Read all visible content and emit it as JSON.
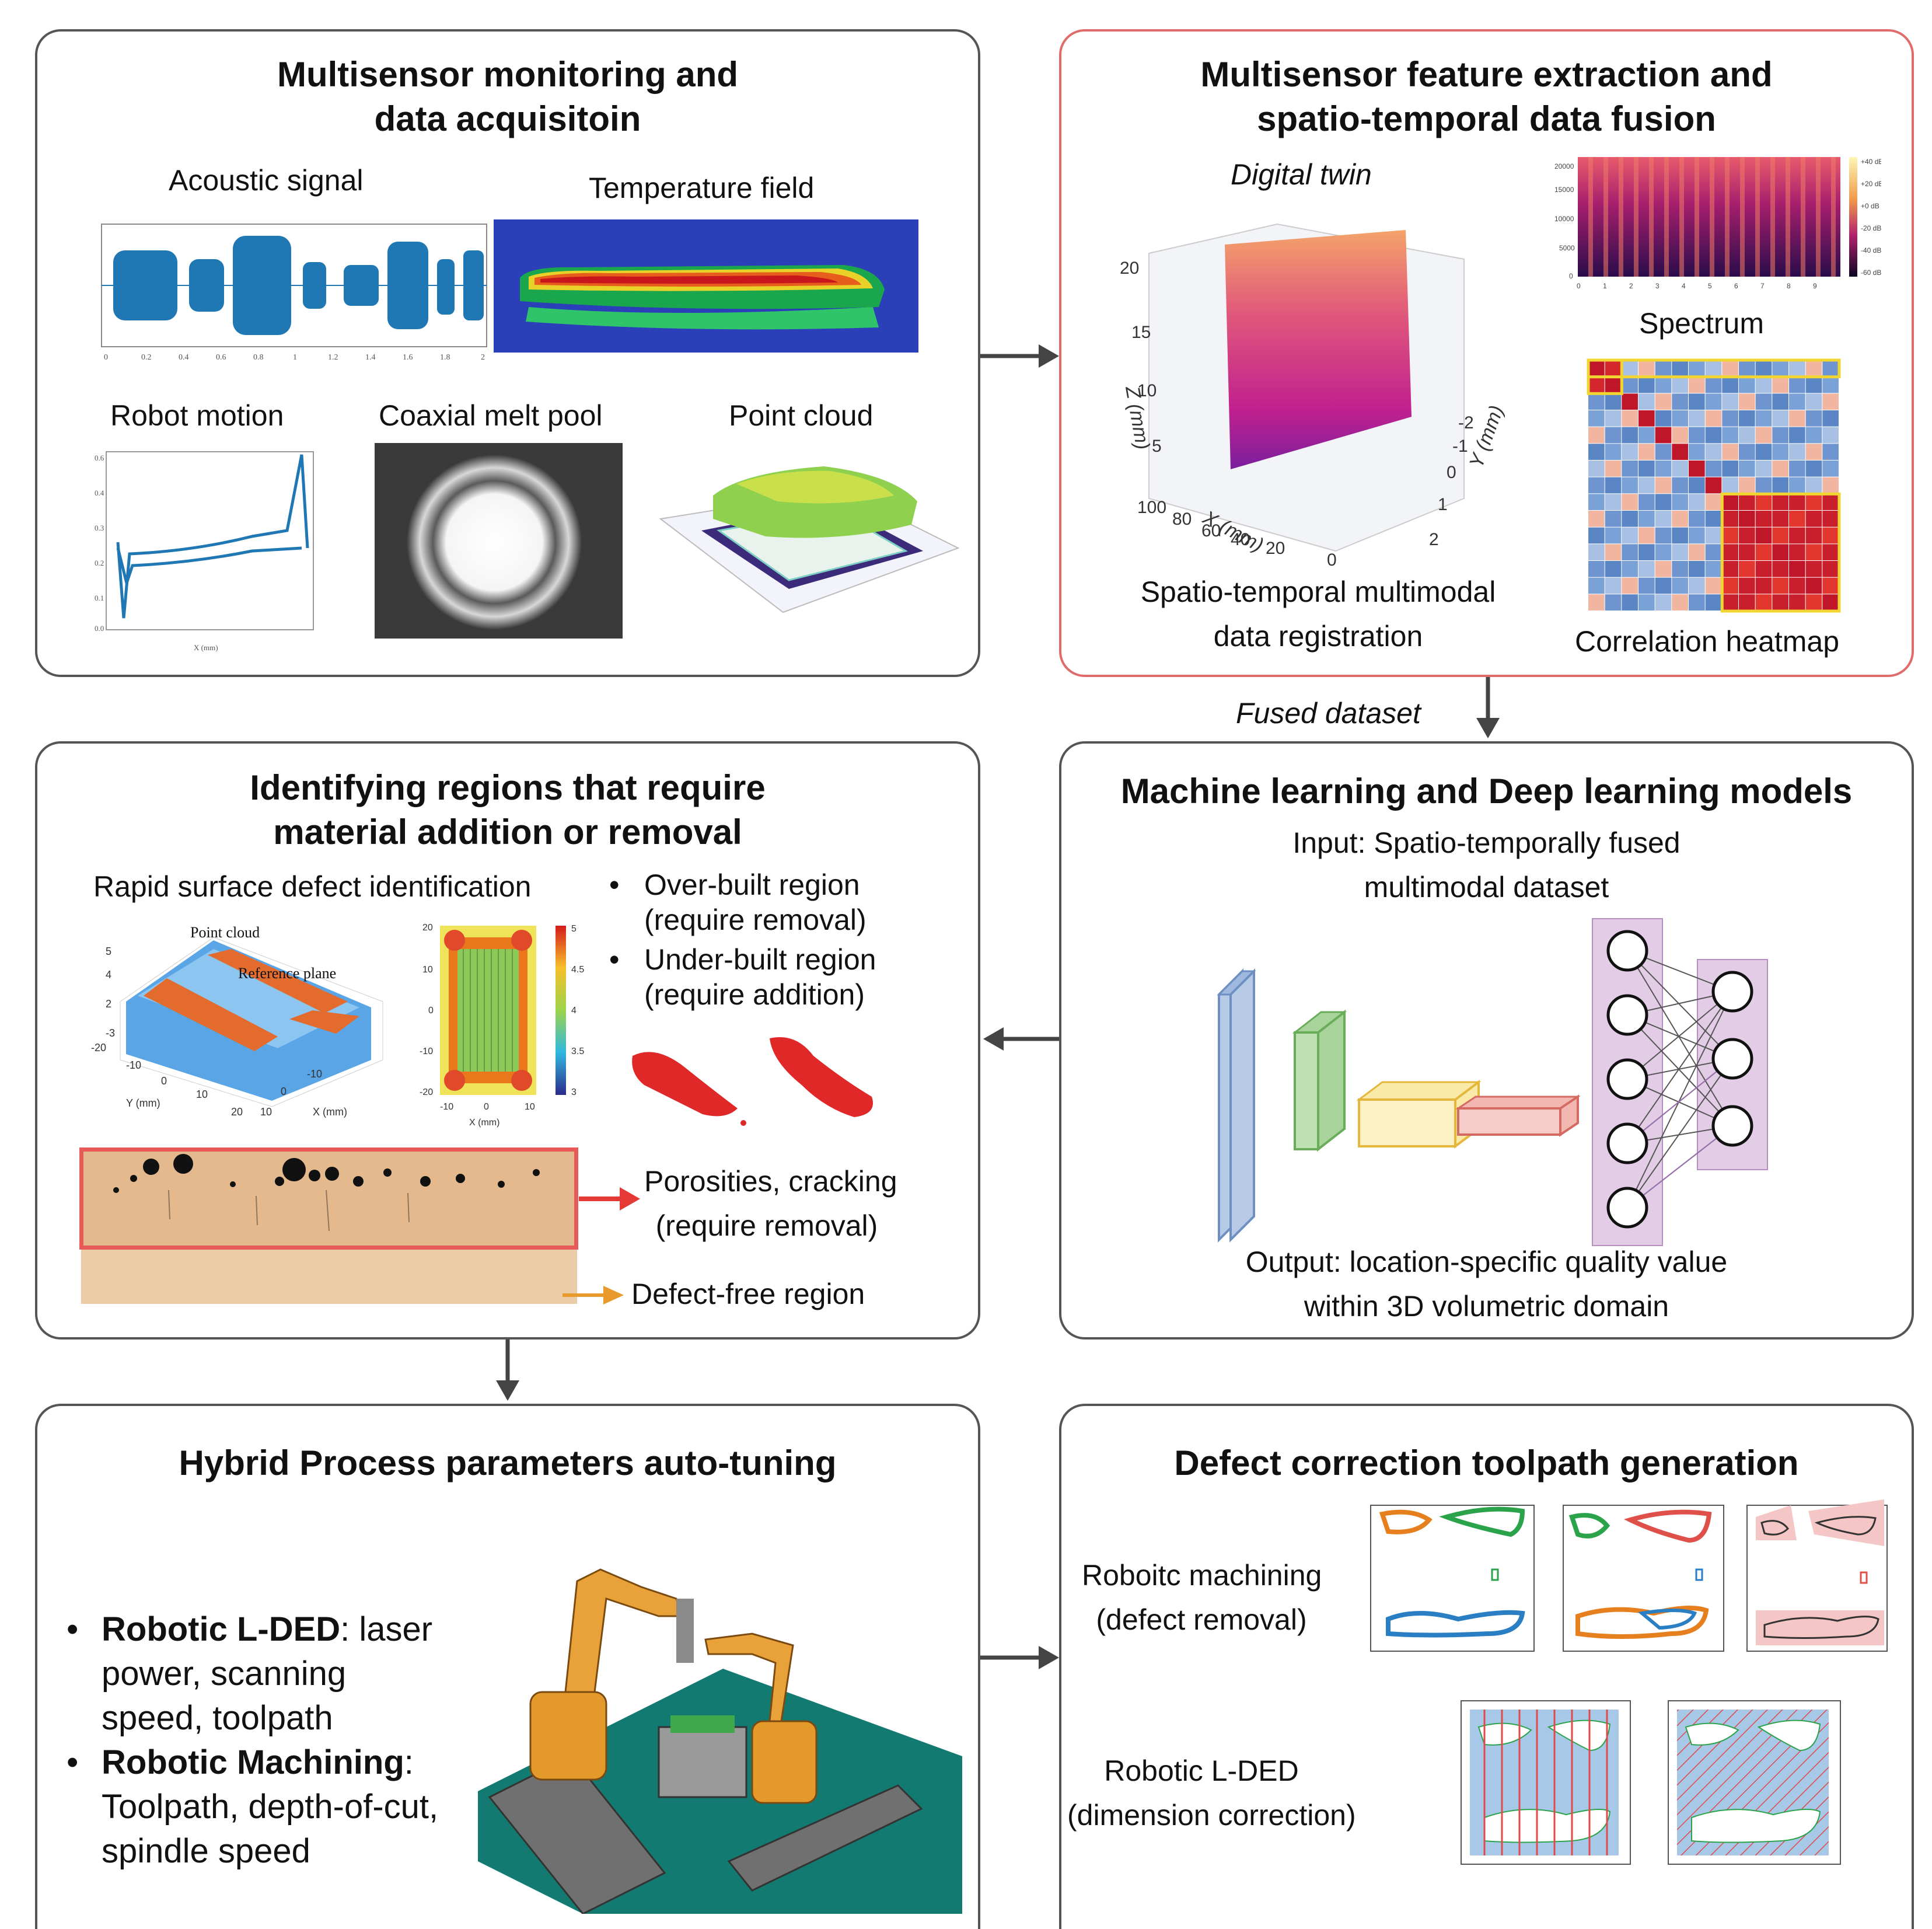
{
  "panels": {
    "monitoring": {
      "title_line1": "Multisensor monitoring and",
      "title_line2": "data acquisitoin",
      "acoustic": "Acoustic signal",
      "temperature": "Temperature field",
      "robot_motion": "Robot motion",
      "melt_pool": "Coaxial melt pool",
      "point_cloud": "Point cloud"
    },
    "fusion": {
      "title_line1": "Multisensor feature extraction and",
      "title_line2": "spatio-temporal data fusion",
      "digital_twin": "Digital twin",
      "spectrum": "Spectrum",
      "registration_line1": "Spatio-temporal multimodal",
      "registration_line2": "data registration",
      "heatmap": "Correlation heatmap",
      "axis_z": "Z (mm)",
      "axis_x": "X (mm)",
      "axis_y": "Y (mm)"
    },
    "fused_label": "Fused dataset",
    "regions": {
      "title_line1": "Identifying regions that require",
      "title_line2": "material addition or removal",
      "rapid": "Rapid surface defect identification",
      "bullet1_line1": "Over-built region",
      "bullet1_line2": "(require removal)",
      "bullet2_line1": "Under-built region",
      "bullet2_line2": "(require addition)",
      "porosity_line1": "Porosities, cracking",
      "porosity_line2": "(require removal)",
      "defect_free": "Defect-free region",
      "pc_label": "Point cloud",
      "ref_label": "Reference plane"
    },
    "ml": {
      "title": "Machine learning and Deep learning models",
      "input_line1": "Input: Spatio-temporally fused",
      "input_line2": "multimodal dataset",
      "output_line1": "Output: location-specific quality value",
      "output_line2": "within 3D volumetric domain"
    },
    "tuning": {
      "title": "Hybrid Process parameters auto-tuning",
      "b1_bold": "Robotic L-DED",
      "b1_rest": ": laser",
      "b1_line2": "power, scanning",
      "b1_line3": "speed, toolpath",
      "b2_bold": "Robotic Machining",
      "b2_rest": ":",
      "b2_line2": "Toolpath, depth-of-cut,",
      "b2_line3": "spindle speed"
    },
    "toolpath": {
      "title": "Defect correction toolpath generation",
      "mach_line1": "Roboitc machining",
      "mach_line2": "(defect removal)",
      "ded_line1": "Robotic L-DED",
      "ded_line2": "(dimension correction)"
    }
  },
  "colors": {
    "panel_border": "#555555",
    "highlight_border": "#e06b6b",
    "arrow": "#444444",
    "red_arrow": "#e53935",
    "orange_arrow": "#e89a2c"
  }
}
